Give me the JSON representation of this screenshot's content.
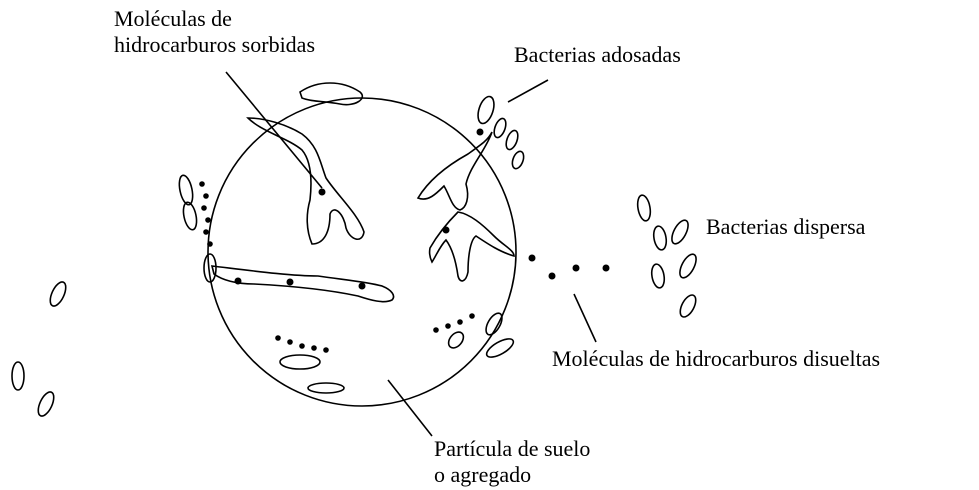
{
  "labels": {
    "sorbidas_line1": "Moléculas de",
    "sorbidas_line2": "hidrocarburos sorbidas",
    "adosadas": "Bacterias adosadas",
    "dispersa": "Bacterias dispersa",
    "disueltas": "Moléculas de hidrocarburos disueltas",
    "particula_line1": "Partícula de suelo",
    "particula_line2": "o agregado"
  },
  "colors": {
    "ink": "#000000",
    "background": "#ffffff"
  }
}
